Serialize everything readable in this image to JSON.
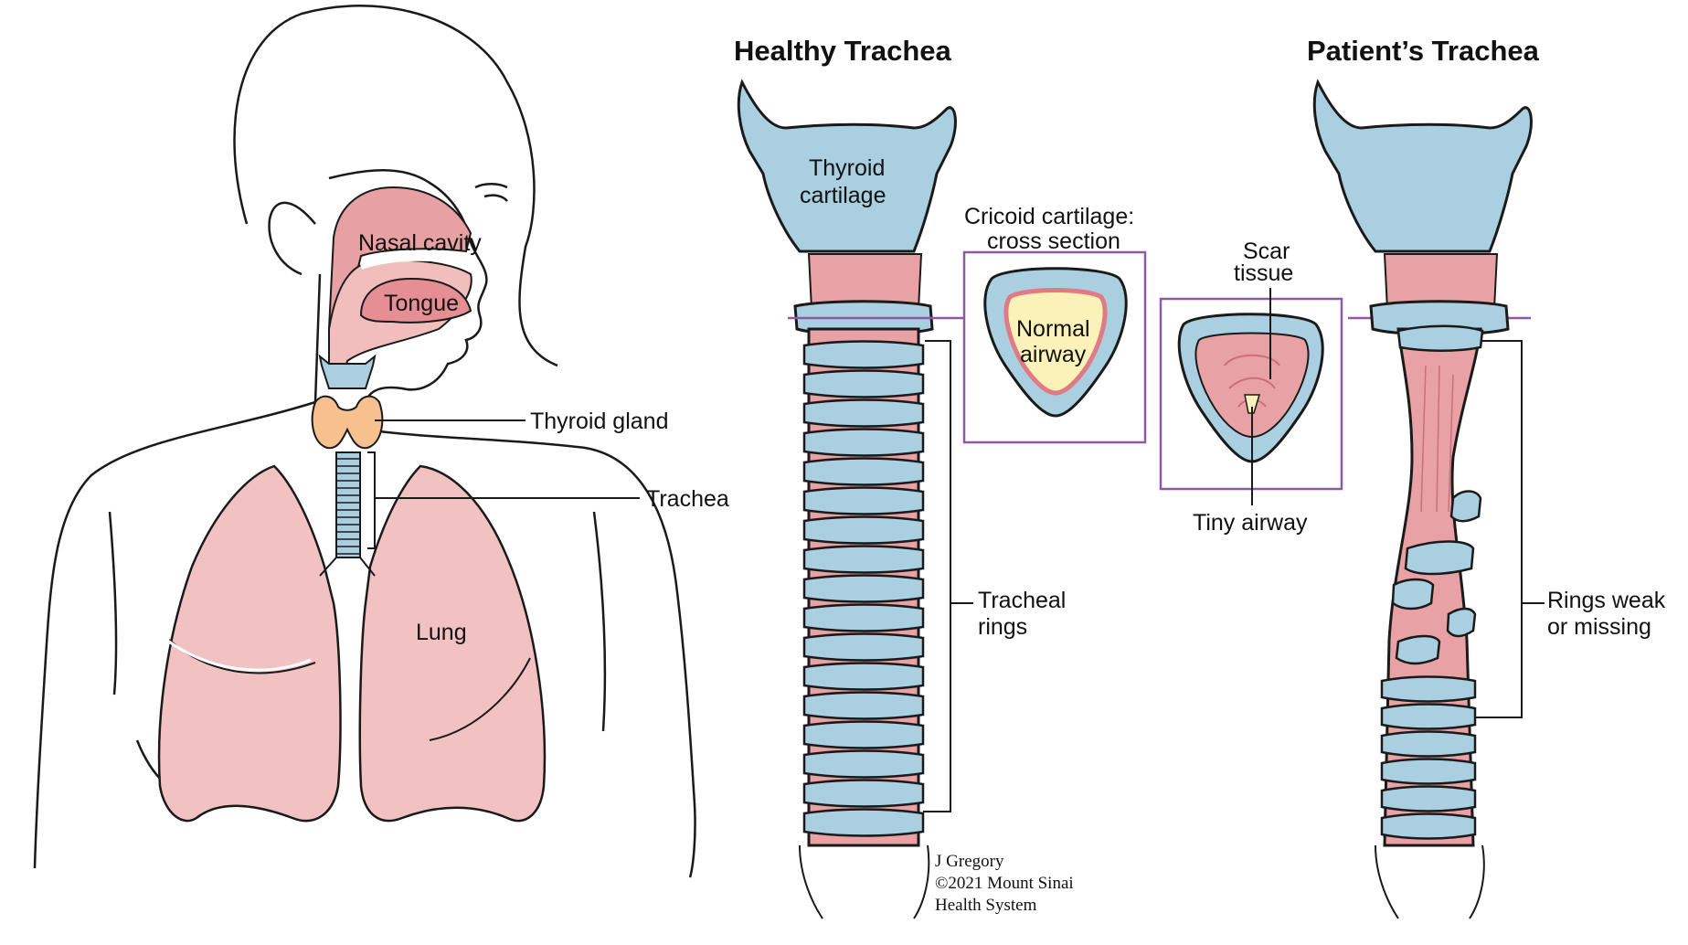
{
  "titles": {
    "healthy": "Healthy Trachea",
    "patient": "Patient’s Trachea"
  },
  "labels": {
    "nasal_cavity": "Nasal cavity",
    "tongue": "Tongue",
    "thyroid_gland": "Thyroid gland",
    "trachea": "Trachea",
    "lung": "Lung",
    "thyroid_cartilage_1": "Thyroid",
    "thyroid_cartilage_2": "cartilage",
    "cricoid_1": "Cricoid cartilage:",
    "cricoid_2": "cross section",
    "normal_airway_1": "Normal",
    "normal_airway_2": "airway",
    "scar_tissue_1": "Scar",
    "scar_tissue_2": "tissue",
    "tiny_airway": "Tiny airway",
    "tracheal_rings_1": "Tracheal",
    "tracheal_rings_2": "rings",
    "rings_weak_1": "Rings weak",
    "rings_weak_2": "or missing"
  },
  "credit": {
    "line1": "J Gregory",
    "line2": "©2021 Mount Sinai",
    "line3": "Health System"
  },
  "colors": {
    "cartilage_blue": "#a9cfe0",
    "tissue_pink": "#e8a1a4",
    "lung_pink": "#f2c2c3",
    "thyroid_orange": "#f6c08f",
    "airway_yellow": "#fbf2b9",
    "frame_purple": "#8f5aa5"
  }
}
